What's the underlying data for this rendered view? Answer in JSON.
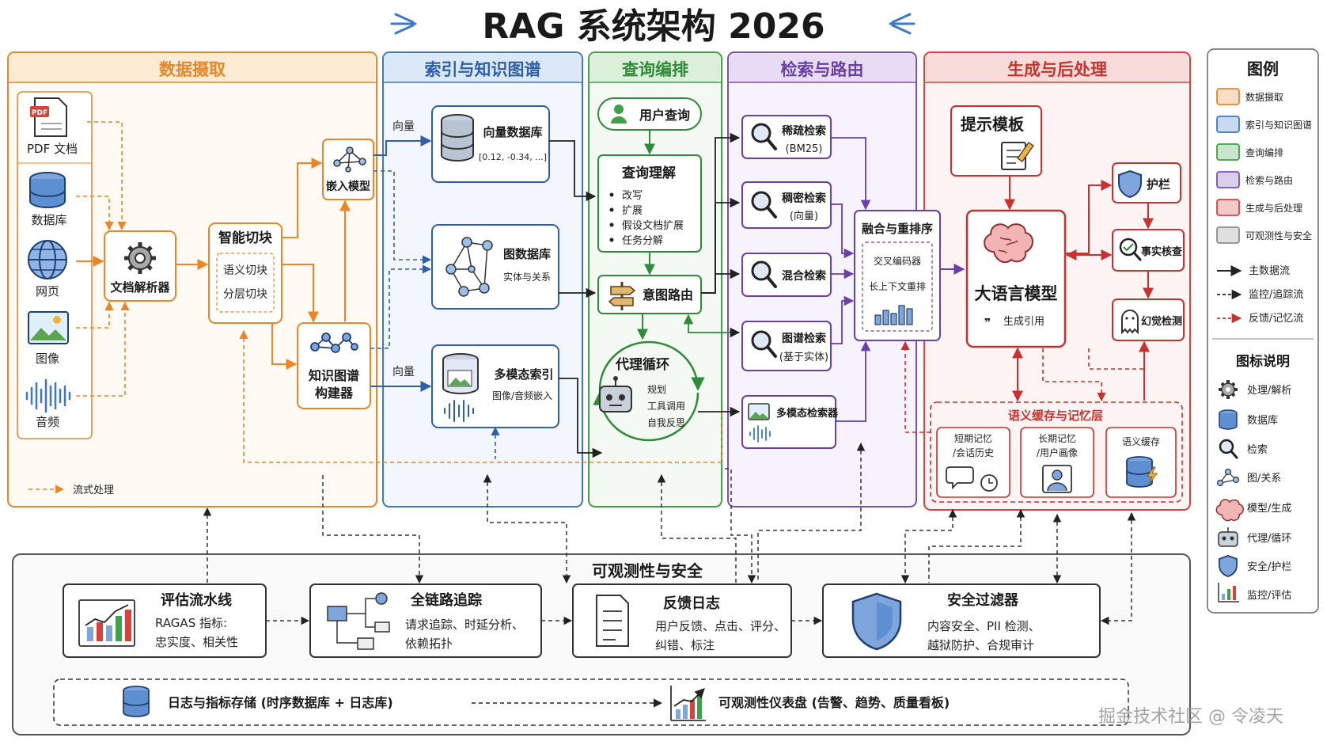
{
  "title": "RAG 系统架构 2026",
  "sections": {
    "ingest": {
      "title": "数据摄取",
      "sources": [
        "PDF 文档",
        "数据库",
        "网页",
        "图像",
        "音频"
      ],
      "parser": "文档解析器",
      "chunking": {
        "title": "智能切块",
        "items": [
          "语义切块",
          "分层切块"
        ]
      },
      "embed": "嵌入模型",
      "kg_builder": [
        "知识图谱",
        "构建器"
      ],
      "stream_note": "流式处理"
    },
    "index": {
      "title": "索引与知识图谱",
      "vector_label_1": "向量",
      "vector_label_2": "向量",
      "vector_db": {
        "title": "向量数据库",
        "sample": "[0.12, -0.34, ...]"
      },
      "graph_db": {
        "title": "图数据库",
        "sub": "实体与关系"
      },
      "mm_index": {
        "title": "多模态索引",
        "sub": "图像/音频嵌入"
      }
    },
    "query": {
      "title": "查询编排",
      "user_query": "用户查询",
      "understanding": {
        "title": "查询理解",
        "items": [
          "改写",
          "扩展",
          "假设文档扩展",
          "任务分解"
        ]
      },
      "router": "意图路由",
      "agent": {
        "title": "代理循环",
        "items": [
          "规划",
          "工具调用",
          "自我反思"
        ]
      }
    },
    "retrieval": {
      "title": "检索与路由",
      "sparse": [
        "稀疏检索",
        "(BM25)"
      ],
      "dense": [
        "稠密检索",
        "(向量)"
      ],
      "hybrid": "混合检索",
      "graph": [
        "图谱检索",
        "(基于实体)"
      ],
      "multimodal": "多模态检索器",
      "fusion": {
        "title": "融合与重排序",
        "items": [
          "交叉编码器",
          "长上下文重排"
        ]
      }
    },
    "generation": {
      "title": "生成与后处理",
      "prompt": "提示模板",
      "llm": {
        "title": "大语言模型",
        "sub": "生成引用"
      },
      "guardrail": "护栏",
      "factcheck": "事实核查",
      "hallucination": "幻觉检测",
      "memory": {
        "title": "语义缓存与记忆层",
        "items": [
          [
            "短期记忆",
            "/会话历史"
          ],
          [
            "长期记忆",
            "/用户画像"
          ],
          [
            "语义缓存"
          ]
        ]
      }
    }
  },
  "observability": {
    "title": "可观测性与安全",
    "eval": {
      "title": "评估流水线",
      "lines": [
        "RAGAS 指标:",
        "忠实度、相关性"
      ]
    },
    "trace": {
      "title": "全链路追踪",
      "lines": [
        "请求追踪、时延分析、",
        "依赖拓扑"
      ]
    },
    "feedback": {
      "title": "反馈日志",
      "lines": [
        "用户反馈、点击、评分、",
        "纠错、标注"
      ]
    },
    "safety": {
      "title": "安全过滤器",
      "lines": [
        "内容安全、PII 检测、",
        "越狱防护、合规审计"
      ]
    },
    "storage": "日志与指标存储 (时序数据库 + 日志库)",
    "dashboard": "可观测性仪表盘 (告警、趋势、质量看板)"
  },
  "legend": {
    "title": "图例",
    "colors": [
      {
        "label": "数据摄取",
        "color": "#e8862a"
      },
      {
        "label": "索引与知识图谱",
        "color": "#3c78c8"
      },
      {
        "label": "查询编排",
        "color": "#3fa14a"
      },
      {
        "label": "检索与路由",
        "color": "#7b4fb8"
      },
      {
        "label": "生成与后处理",
        "color": "#d9413d"
      },
      {
        "label": "可观测性与安全",
        "color": "#8c8c8c"
      }
    ],
    "lines": [
      "主数据流",
      "监控/追踪流",
      "反馈/记忆流"
    ],
    "icons_title": "图标说明",
    "icons": [
      {
        "label": "处理/解析",
        "icon": "gear-icon"
      },
      {
        "label": "数据库",
        "icon": "database-icon"
      },
      {
        "label": "检索",
        "icon": "search-icon"
      },
      {
        "label": "图/关系",
        "icon": "graph-icon"
      },
      {
        "label": "模型/生成",
        "icon": "brain-icon"
      },
      {
        "label": "代理/循环",
        "icon": "robot-icon"
      },
      {
        "label": "安全/护栏",
        "icon": "shield-icon"
      },
      {
        "label": "监控/评估",
        "icon": "chart-icon"
      }
    ]
  },
  "watermark": "掘金技术社区 @ 令凌天",
  "colors": {
    "ingest": "#e8862a",
    "index": "#3c78c8",
    "query": "#3fa14a",
    "retrieval": "#7b4fb8",
    "generation": "#d9413d",
    "obs": "#555555"
  }
}
